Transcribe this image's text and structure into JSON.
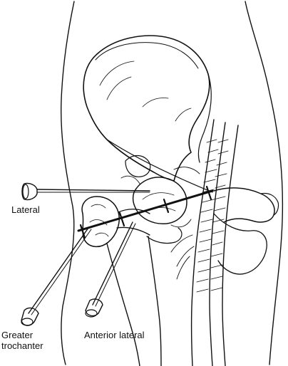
{
  "labels": {
    "lateral": "Lateral",
    "greater_trochanter_line1": "Greater",
    "greater_trochanter_line2": "trochanter",
    "anterior_lateral": "Anterior lateral"
  },
  "colors": {
    "ink": "#111111",
    "paper": "#ffffff"
  }
}
